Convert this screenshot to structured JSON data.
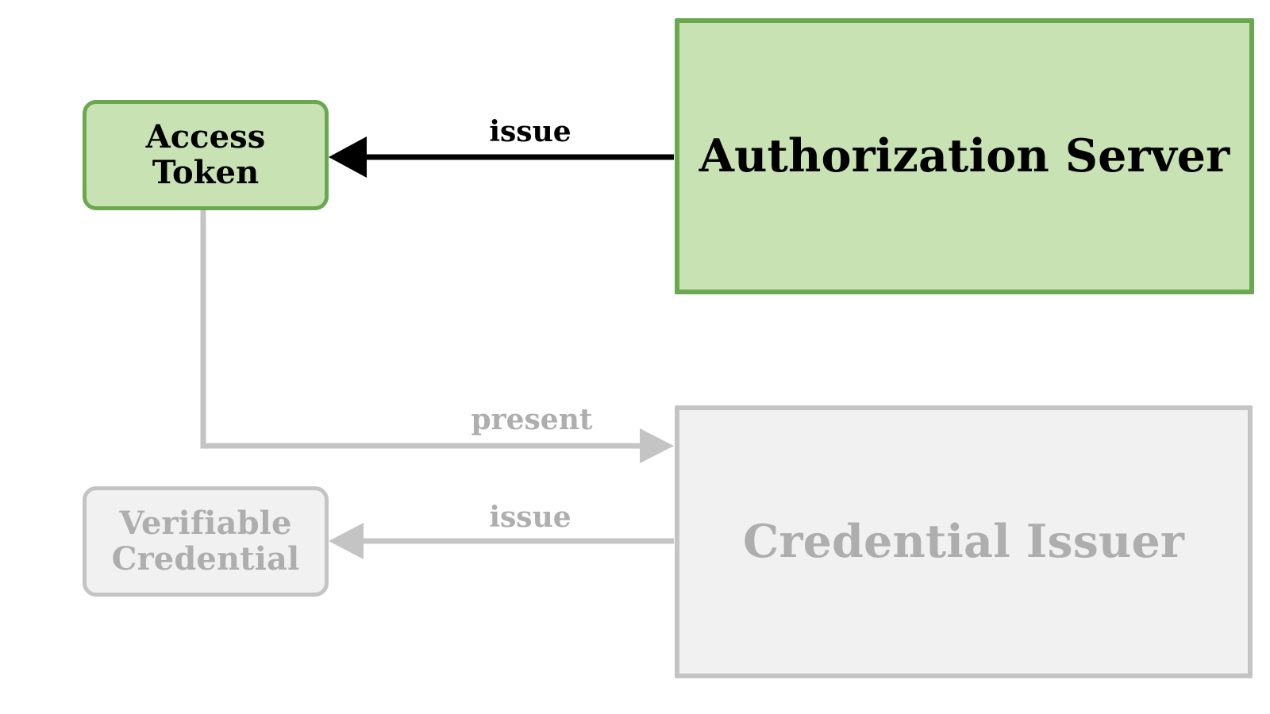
{
  "diagram": {
    "title": "OAuth Access Token and Verifiable Credential issuance flow",
    "background_color": "#ffffff",
    "palette": {
      "active_fill": "#c9e2b3",
      "active_stroke": "#6aa84f",
      "active_text": "#000000",
      "inactive_fill": "#f1f1f1",
      "inactive_stroke": "#c4c4c4",
      "inactive_text": "#aeaeae",
      "active_edge": "#000000",
      "inactive_edge": "#c4c4c4"
    },
    "nodes": [
      {
        "id": "access-token",
        "label": "Access\nToken",
        "shape": "rounded-rectangle",
        "state": "active"
      },
      {
        "id": "authorization-server",
        "label": "Authorization Server",
        "shape": "rectangle",
        "state": "active"
      },
      {
        "id": "verifiable-credential",
        "label": "Verifiable\nCredential",
        "shape": "rounded-rectangle",
        "state": "inactive"
      },
      {
        "id": "credential-issuer",
        "label": "Credential Issuer",
        "shape": "rectangle",
        "state": "inactive"
      }
    ],
    "edges": [
      {
        "id": "issue-token",
        "label": "issue",
        "from": "authorization-server",
        "to": "access-token",
        "direction": "left",
        "state": "active"
      },
      {
        "id": "present-token",
        "label": "present",
        "from": "access-token",
        "to": "credential-issuer",
        "direction": "right",
        "state": "inactive"
      },
      {
        "id": "issue-credential",
        "label": "issue",
        "from": "credential-issuer",
        "to": "verifiable-credential",
        "direction": "left",
        "state": "inactive"
      }
    ]
  }
}
